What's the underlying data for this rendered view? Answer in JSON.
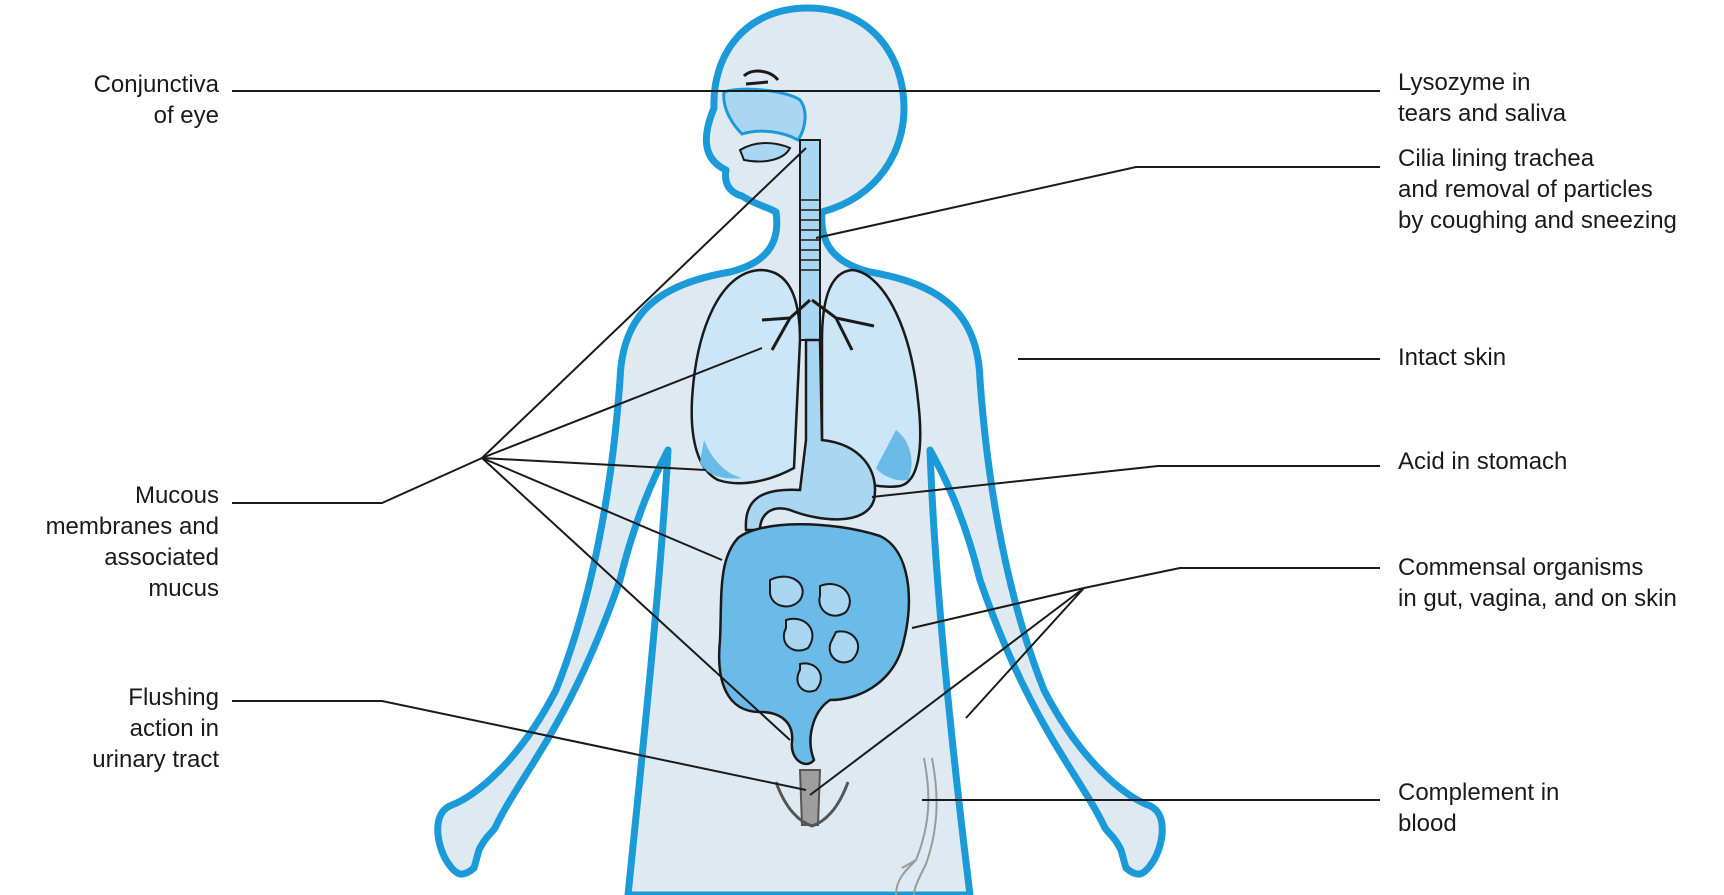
{
  "colors": {
    "body_fill": "#dfe9f1",
    "body_outline": "#1a9ad8",
    "organ_fill": "#a9d6f0",
    "organ_light": "#d4ecfa",
    "leader_line": "#1a1a1a"
  },
  "labels": {
    "conjunctiva": [
      "Conjunctiva",
      "of eye"
    ],
    "mucous": [
      "Mucous",
      "membranes and",
      "associated",
      "mucus"
    ],
    "flushing": [
      "Flushing",
      "action in",
      "urinary tract"
    ],
    "lysozyme": [
      "Lysozyme in",
      "tears and saliva"
    ],
    "cilia": [
      "Cilia lining trachea",
      "and removal of particles",
      "by coughing and sneezing"
    ],
    "skin": [
      "Intact skin"
    ],
    "acid": [
      "Acid in stomach"
    ],
    "commensal": [
      "Commensal organisms",
      "in gut, vagina, and on skin"
    ],
    "complement": [
      "Complement in",
      "blood"
    ]
  }
}
